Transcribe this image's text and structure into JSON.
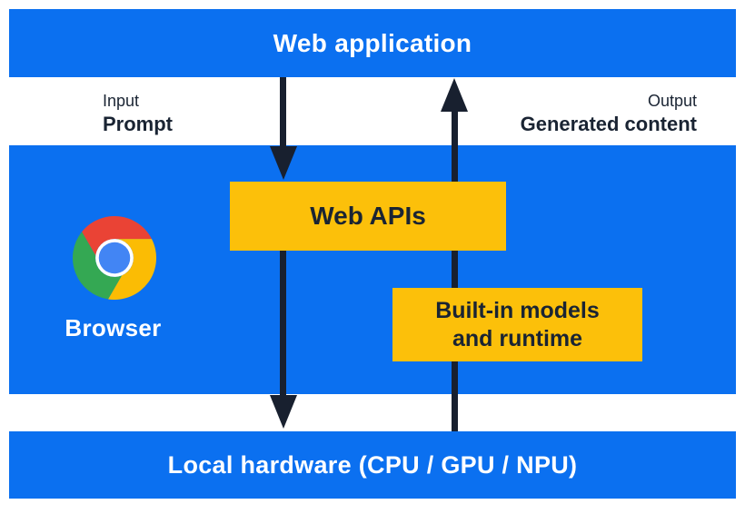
{
  "diagram": {
    "title_band": {
      "label": "Web application"
    },
    "io": {
      "input_caption": "Input",
      "input_label": "Prompt",
      "output_caption": "Output",
      "output_label": "Generated content"
    },
    "browser": {
      "label": "Browser",
      "logo": "chrome-logo"
    },
    "components": {
      "web_apis": {
        "label": "Web APIs"
      },
      "builtin_models": {
        "line1": "Built-in models",
        "line2": "and runtime"
      }
    },
    "hardware_band": {
      "label": "Local hardware (CPU / GPU / NPU)"
    },
    "arrows": {
      "down_flow": "prompt-input-flow",
      "up_flow": "generated-content-flow"
    },
    "colors": {
      "band_blue": "#0B70F0",
      "component_yellow": "#FCC00A",
      "arrow_dark": "#18202F",
      "text_dark": "#1A2433",
      "chrome_red": "#EA4335",
      "chrome_yellow": "#FBBC04",
      "chrome_green": "#34A853",
      "chrome_blue": "#4285F4"
    }
  }
}
